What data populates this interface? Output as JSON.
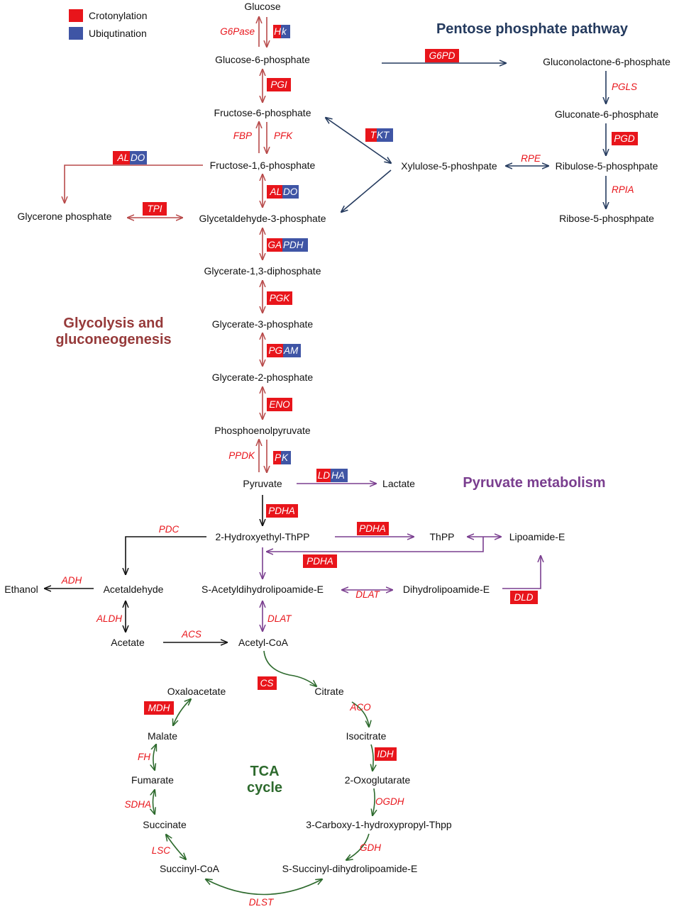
{
  "colors": {
    "crotonylation": "#e8151b",
    "ubiquitination": "#3f55a5",
    "glycolysis": "#b84a4a",
    "pentose": "#243a5e",
    "pyruvate": "#7a3e8f",
    "tca": "#2d6a2d",
    "neutral": "#111111"
  },
  "legend": {
    "crotonylation": "Crotonylation",
    "ubiquitination": "Ubiqutination"
  },
  "sections": {
    "pentose": "Pentose phosphate pathway",
    "glycolysis_line1": "Glycolysis and",
    "glycolysis_line2": "gluconeogenesis",
    "pyruvate": "Pyruvate metabolism",
    "tca_line1": "TCA",
    "tca_line2": "cycle"
  },
  "metabolites": {
    "glucose": "Glucose",
    "g6p": "Glucose-6-phosphate",
    "f6p": "Fructose-6-phosphate",
    "f16bp": "Fructose-1,6-phosphate",
    "glycerone": "Glycerone phosphate",
    "g3p": "Glycetaldehyde-3-phosphate",
    "bpg": "Glycerate-1,3-diphosphate",
    "pg3": "Glycerate-3-phosphate",
    "pg2": "Glycerate-2-phosphate",
    "pep": "Phosphoenolpyruvate",
    "pyruvate": "Pyruvate",
    "lactate": "Lactate",
    "gluconolactone": "Gluconolactone-6-phosphate",
    "gluconate": "Gluconate-6-phosphate",
    "ribulose": "Ribulose-5-phosphpate",
    "ribose": "Ribose-5-phosphpate",
    "xylulose": "Xylulose-5-phoshpate",
    "hydroxyethyl": "2-Hydroxyethyl-ThPP",
    "thpp": "ThPP",
    "lipoamide": "Lipoamide-E",
    "acetaldehyde": "Acetaldehyde",
    "ethanol": "Ethanol",
    "acetyldihydro": "S-Acetyldihydrolipoamide-E",
    "dihydrolipo": "Dihydrolipoamide-E",
    "acetate": "Acetate",
    "acetylcoa": "Acetyl-CoA",
    "oxaloacetate": "Oxaloacetate",
    "citrate": "Citrate",
    "malate": "Malate",
    "isocitrate": "Isocitrate",
    "fumarate": "Fumarate",
    "oxoglutarate": "2-Oxoglutarate",
    "succinate": "Succinate",
    "carboxy": "3-Carboxy-1-hydroxypropyl-Thpp",
    "succinylcoa": "Succinyl-CoA",
    "succinyldihydro": "S-Succinyl-dihydrolipoamide-E"
  },
  "enzymes": {
    "g6pase": "G6Pase",
    "hk_a": "H",
    "hk_b": "k",
    "pgi": "PGI",
    "fbp": "FBP",
    "pfk": "PFK",
    "aldo_a": "AL",
    "aldo_b": "DO",
    "tpi": "TPI",
    "gapdh_a": "GA",
    "gapdh_b": "PDH",
    "pgk": "PGK",
    "pgam_a": "PG",
    "pgam_b": "AM",
    "eno": "ENO",
    "ppdk": "PPDK",
    "pk_a": "P",
    "pk_b": "K",
    "ldha_a": "LD",
    "ldha_b": "HA",
    "g6pd": "G6PD",
    "pgls": "PGLS",
    "pgd": "PGD",
    "rpe": "RPE",
    "rpia": "RPIA",
    "tkt_a": "T",
    "tkt_b": "KT",
    "pdha": "PDHA",
    "pdc": "PDC",
    "adh": "ADH",
    "aldh": "ALDH",
    "acs": "ACS",
    "dlat": "DLAT",
    "dld": "DLD",
    "cs": "CS",
    "aco": "ACO",
    "idh": "IDH",
    "mdh": "MDH",
    "fh": "FH",
    "ogdh": "OGDH",
    "sdha": "SDHA",
    "gdh": "GDH",
    "lsc": "LSC",
    "dlst": "DLST"
  }
}
